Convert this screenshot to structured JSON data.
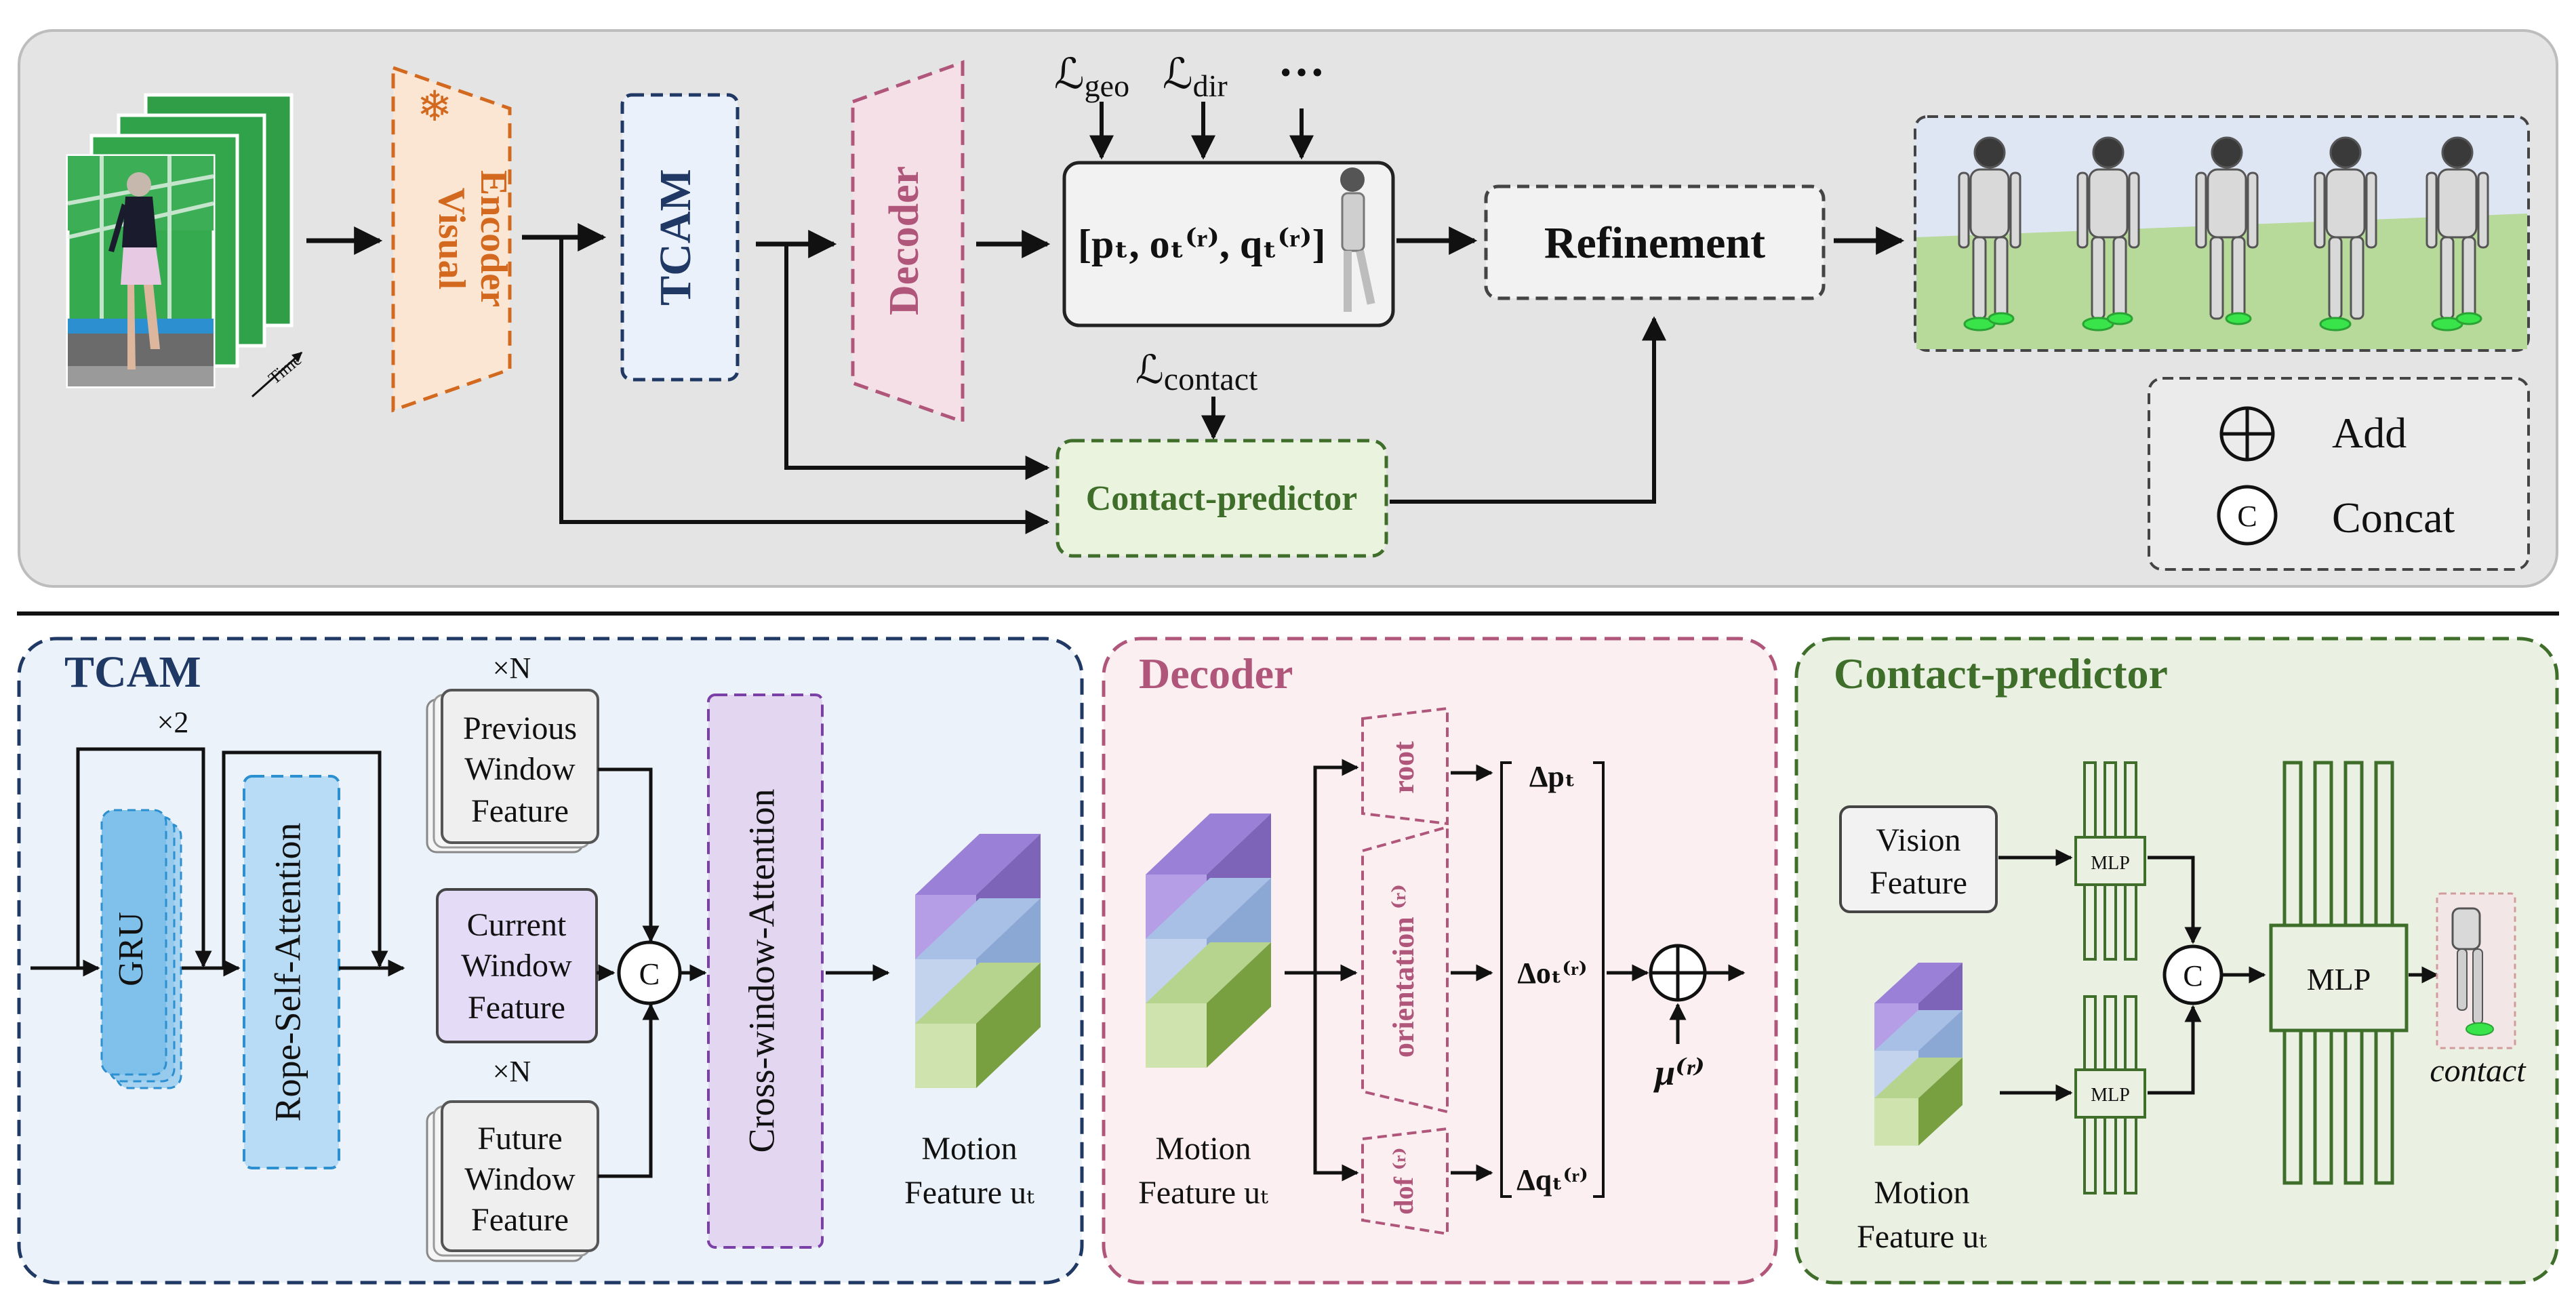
{
  "top": {
    "time_label": "Time",
    "visual_encoder": [
      "Visual",
      "Encoder"
    ],
    "tcam": "TCAM",
    "decoder": "Decoder",
    "loss_geo": "ℒgeo",
    "loss_geo_parts": [
      "ℒ",
      "geo"
    ],
    "loss_dir_parts": [
      "ℒ",
      "dir"
    ],
    "loss_more": "···",
    "loss_contact_parts": [
      "ℒ",
      "contact"
    ],
    "output_vector": "[pₜ, oₜ⁽ʳ⁾, qₜ⁽ʳ⁾]",
    "refinement": "Refinement",
    "contact_predictor": "Contact-predictor",
    "legend": {
      "add": "Add",
      "concat": "Concat",
      "concat_symbol": "C"
    }
  },
  "tcam": {
    "title": "TCAM",
    "times_two": "×2",
    "times_n_top": "×N",
    "times_n_bottom": "×N",
    "gru": "GRU",
    "rope": "Rope-Self-Attention",
    "previous": [
      "Previous",
      "Window",
      "Feature"
    ],
    "current": [
      "Current",
      "Window",
      "Feature"
    ],
    "future": [
      "Future",
      "Window",
      "Feature"
    ],
    "concat_symbol": "C",
    "cross": "Cross-window-Attention",
    "motion": [
      "Motion",
      "Feature uₜ"
    ]
  },
  "decoder": {
    "title": "Decoder",
    "motion": [
      "Motion",
      "Feature uₜ"
    ],
    "root": "root",
    "orientation": "orientation ⁽ʳ⁾",
    "dof": "dof ⁽ʳ⁾",
    "dp": "Δpₜ",
    "do": "Δoₜ⁽ʳ⁾",
    "dq": "Δqₜ⁽ʳ⁾",
    "mu": "μ⁽ʳ⁾"
  },
  "contact": {
    "title": "Contact-predictor",
    "vision": [
      "Vision",
      "Feature"
    ],
    "mlp_small_top": "MLP",
    "mlp_small_bottom": "MLP",
    "mlp_big": "MLP",
    "concat_symbol": "C",
    "motion": [
      "Motion",
      "Feature uₜ"
    ],
    "contact_label": "contact"
  },
  "colors": {
    "orange": "#d2691e",
    "navy": "#1f3864",
    "pink": "#b0567a",
    "green": "#3f6e2a",
    "top_bg": "#e5e5e5",
    "tcam_bg": "#ecf2f9",
    "decoder_bg": "#fbeff1",
    "contact_bg": "#eaf1e3"
  }
}
